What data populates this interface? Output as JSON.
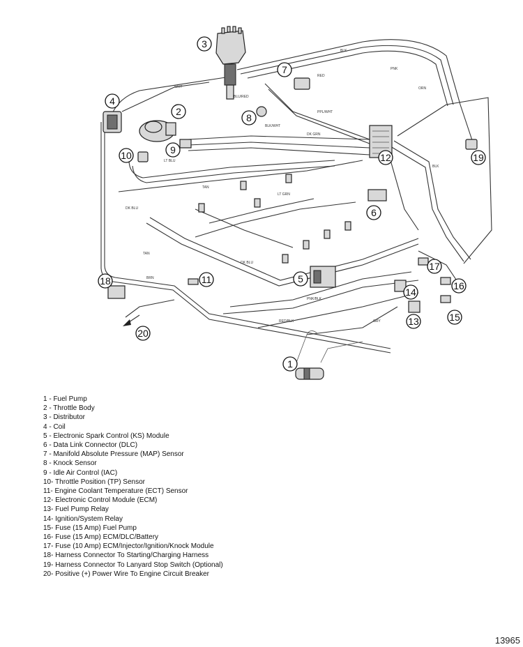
{
  "callouts": [
    "1",
    "2",
    "3",
    "4",
    "5",
    "6",
    "7",
    "8",
    "9",
    "10",
    "11",
    "12",
    "13",
    "14",
    "15",
    "16",
    "17",
    "18",
    "19",
    "20"
  ],
  "wire_labels": [
    "BLK",
    "PNK",
    "RED",
    "ORN",
    "TAN",
    "DK BLU",
    "LT GRN",
    "GRY",
    "PPL/WHT",
    "DK GRN",
    "BLU/RED",
    "BRN",
    "WHT",
    "LT BLU",
    "BLK/WHT",
    "PNK/BLK",
    "RED/BLK",
    "DK BLU",
    "TAN",
    "BLK"
  ],
  "legend": [
    "1 - Fuel Pump",
    "2 - Throttle Body",
    "3 - Distributor",
    "4 - Coil",
    "5 - Electronic Spark Control (KS) Module",
    "6 - Data Link Connector (DLC)",
    "7 - Manifold Absolute Pressure (MAP) Sensor",
    "8 - Knock Sensor",
    "9 - Idle Air Control (IAC)",
    "10- Throttle Position (TP) Sensor",
    "11- Engine Coolant Temperature (ECT) Sensor",
    "12- Electronic Control Module (ECM)",
    "13- Fuel Pump Relay",
    "14- Ignition/System Relay",
    "15- Fuse (15 Amp) Fuel Pump",
    "16- Fuse (15 Amp) ECM/DLC/Battery",
    "17- Fuse (10 Amp) ECM/Injector/Ignition/Knock Module",
    "18- Harness Connector To Starting/Charging Harness",
    "19- Harness Connector To Lanyard Stop Switch (Optional)",
    "20- Positive (+) Power Wire To Engine Circuit Breaker"
  ],
  "figure_id": "13965"
}
